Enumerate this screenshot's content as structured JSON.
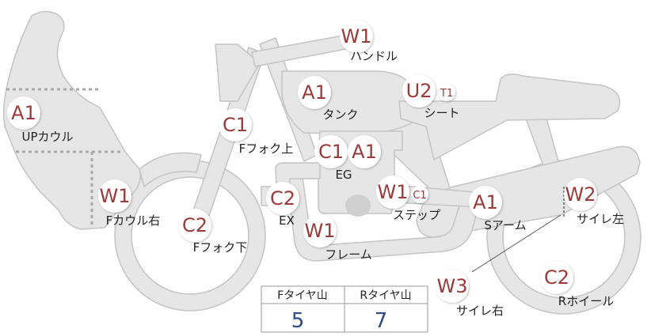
{
  "parts": {
    "handle": {
      "label": "ハンドル",
      "code": "W1"
    },
    "tank": {
      "label": "タンク",
      "code": "A1"
    },
    "seat": {
      "label": "シート",
      "code": "U2",
      "sub": "T1"
    },
    "upcowl": {
      "label": "UPカウル",
      "code": "A1"
    },
    "ffork_up": {
      "label": "Fフォク上",
      "code": "C1"
    },
    "eg": {
      "label": "EG",
      "codes": [
        "C1",
        "A1"
      ]
    },
    "fcowl_r": {
      "label": "Fカウル右",
      "code": "W1"
    },
    "ex": {
      "label": "EX",
      "code": "C2"
    },
    "step": {
      "label": "ステップ",
      "code": "W1",
      "sub": "C1"
    },
    "sarm": {
      "label": "Sアーム",
      "code": "A1"
    },
    "saile_l": {
      "label": "サイレ左",
      "code": "W2"
    },
    "ffork_dn": {
      "label": "Fフォク下",
      "code": "C2"
    },
    "frame": {
      "label": "フレーム",
      "code": "W1"
    },
    "saile_r": {
      "label": "サイレ右",
      "code": "W3"
    },
    "rwheel": {
      "label": "Rホイール",
      "code": "C2"
    }
  },
  "tread_table": {
    "headers": [
      "Fタイヤ山",
      "Rタイヤ山"
    ],
    "values": [
      "5",
      "7"
    ]
  },
  "colors": {
    "part_fill": "#e6e6e6",
    "part_stroke": "#c2c2c2",
    "code_text": "#9a3a3a",
    "table_value": "#2e4a86"
  }
}
